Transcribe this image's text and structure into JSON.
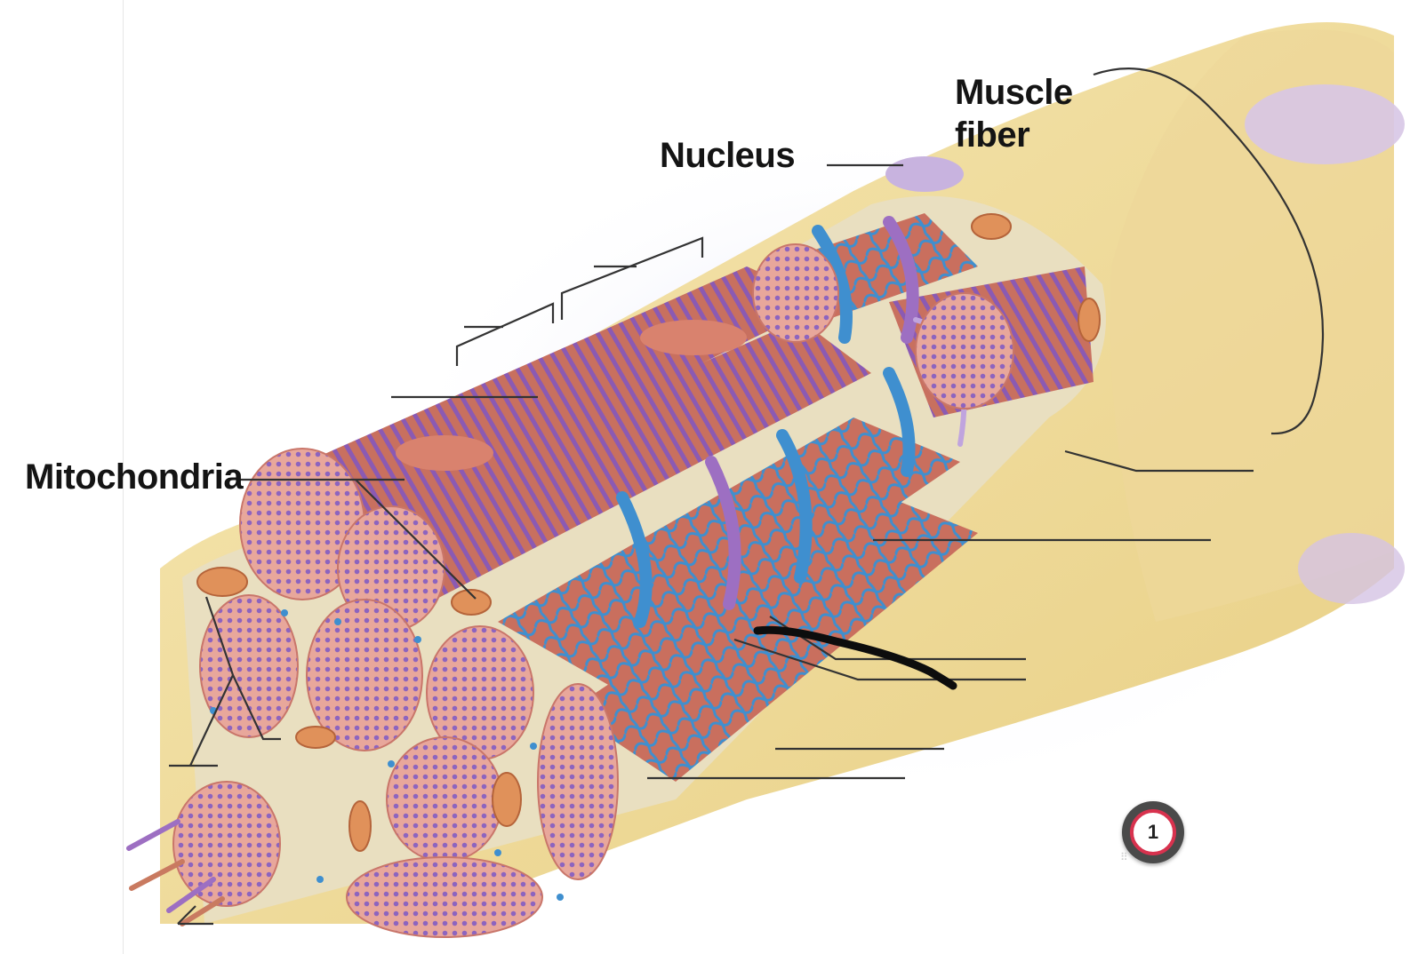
{
  "diagram": {
    "labels": {
      "mitochondria": "Mitochondria",
      "nucleus": "Nucleus",
      "muscle_fiber_line1": "Muscle",
      "muscle_fiber_line2": "fiber"
    },
    "marker": {
      "number": "1"
    },
    "colors": {
      "sarcolemma": "#f3df9e",
      "myofibril": "#d37a6e",
      "myofibril_band": "#8a5bb0",
      "reticulum": "#3f8fcf",
      "t_tubule": "#9d6fc2",
      "leader_line": "#333333",
      "marker_ring": "#d8324e"
    }
  }
}
